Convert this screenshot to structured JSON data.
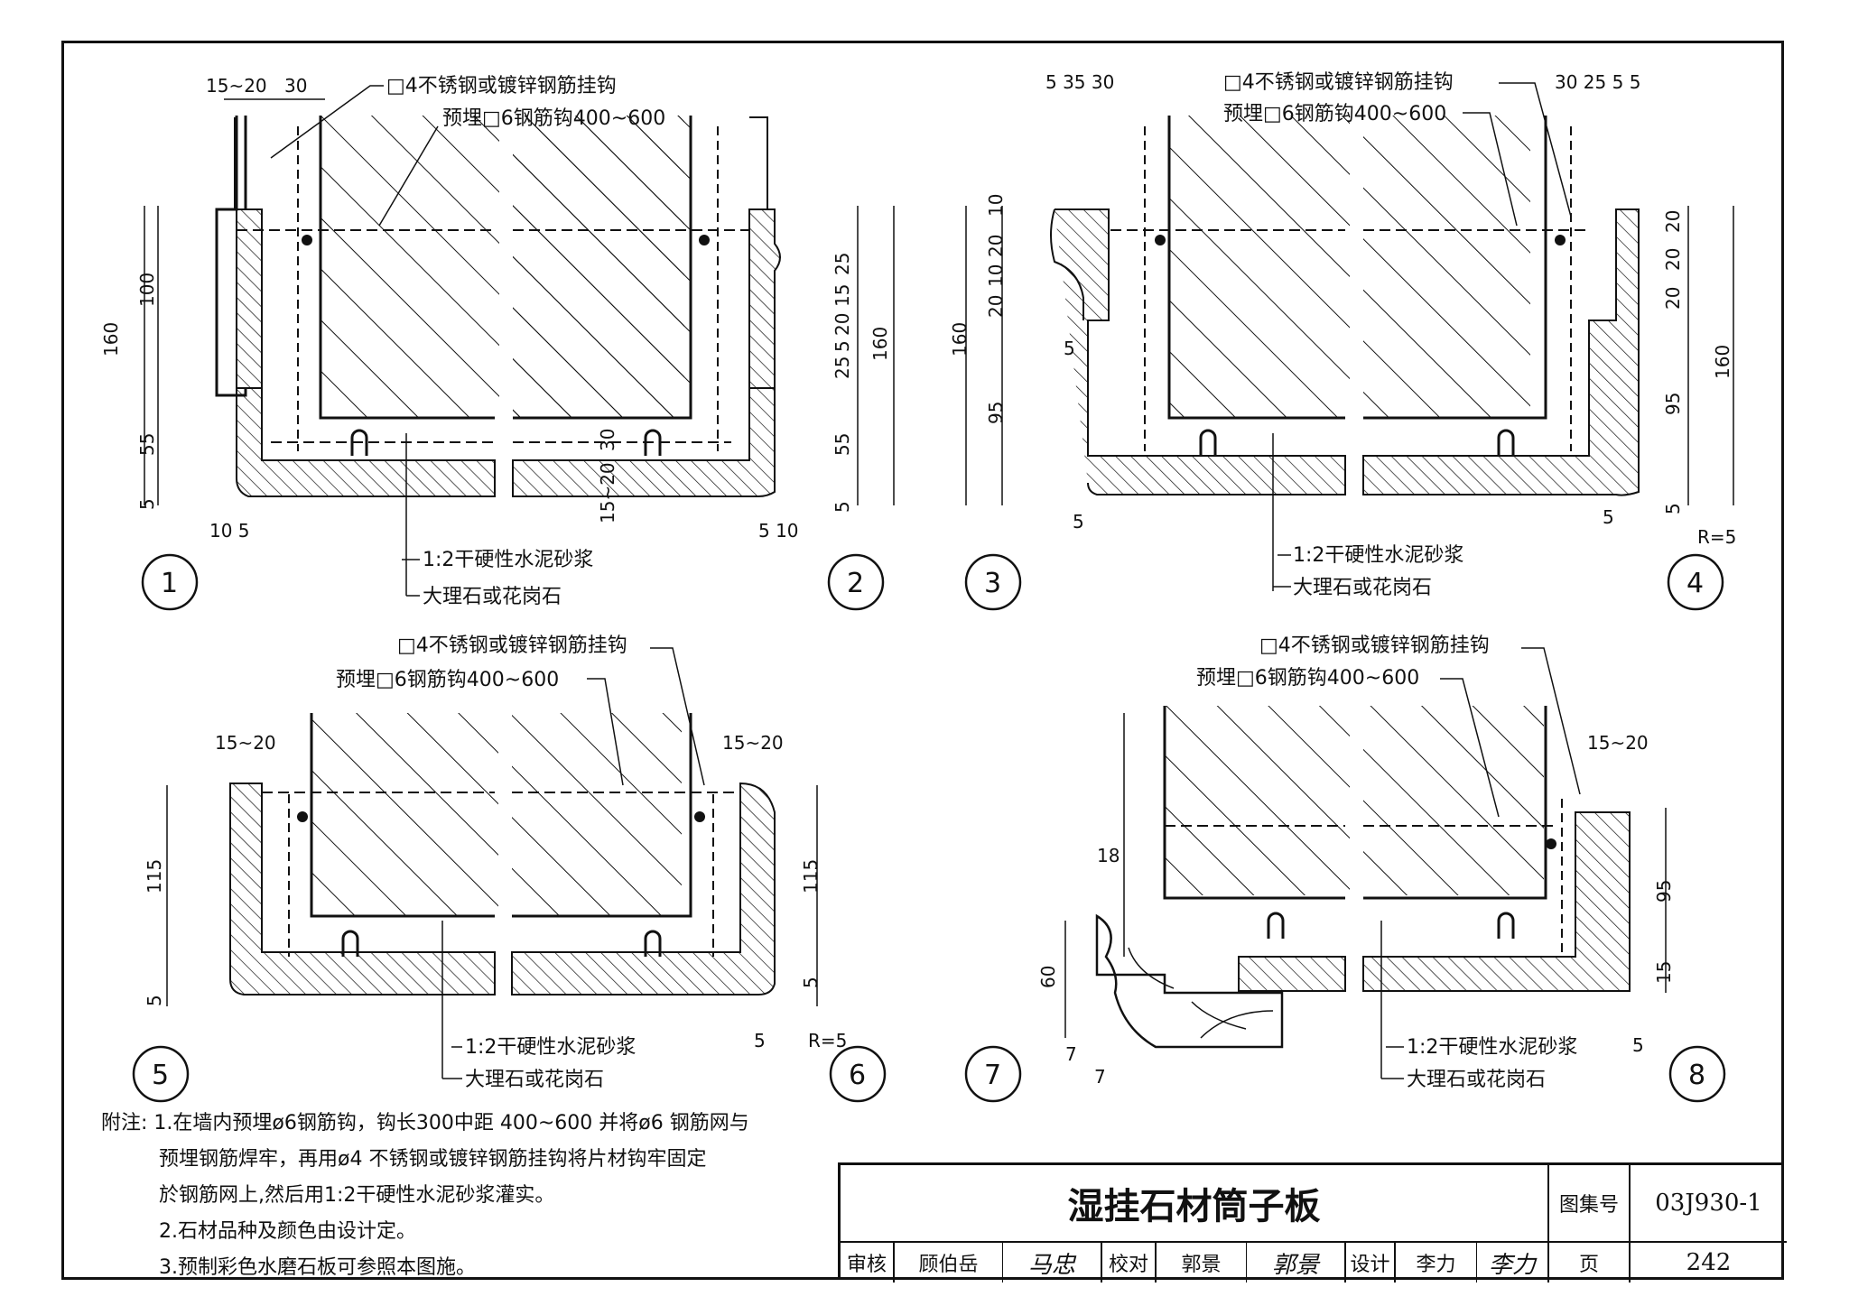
{
  "labels": {
    "hook": "□4不锈钢或镀锌钢筋挂钩",
    "embed": "预埋□6钢筋钩400~600",
    "mortar": "1:2干硬性水泥砂浆",
    "stone": "大理石或花岗石"
  },
  "details": [
    "1",
    "2",
    "3",
    "4",
    "5",
    "6",
    "7",
    "8"
  ],
  "dims": {
    "d1_top_a": "15~20",
    "d1_top_b": "30",
    "d1_left_160": "160",
    "d1_left_100": "100",
    "d1_left_55": "55",
    "d1_left_5": "5",
    "d1_bot": "10 5",
    "d2_25a": "25",
    "d2_15": "15",
    "d2_20": "20",
    "d2_5": "5",
    "d2_25b": "25",
    "d2_160": "160",
    "d2_55": "55",
    "d2_5b": "5",
    "d2_bot": "5 10",
    "mid_30": "30",
    "mid_1520": "15~20",
    "d3_top": "5  35  30",
    "d3_160": "160",
    "d3_95": "95",
    "d3_10": "10",
    "d3_20a": "20",
    "d3_10b": "10",
    "d3_20b": "20",
    "d3_5": "5",
    "d3_5b": "5",
    "d4_top": "30  25  5 5",
    "d4_20a": "20",
    "d4_20b": "20",
    "d4_20c": "20",
    "d4_160": "160",
    "d4_95": "95",
    "d4_5": "5",
    "d4_5b": "5",
    "d4_r": "R=5",
    "d5_top": "15~20",
    "d5_115": "115",
    "d5_5": "5",
    "d6_top": "15~20",
    "d6_115": "115",
    "d6_5": "5",
    "d6_5b": "5",
    "d6_r": "R=5",
    "d7_18": "18",
    "d7_60": "60",
    "d7_7": "7",
    "d7_7b": "7",
    "d8_top": "15~20",
    "d8_95": "95",
    "d8_15": "15",
    "d8_5": "5"
  },
  "notes": {
    "prefix": "附注",
    "n1a": "1.在墙内预埋ø6钢筋钩，钩长300中距 400~600 并将ø6 钢筋网与",
    "n1b": "预埋钢筋焊牢，再用ø4 不锈钢或镀锌钢筋挂钩将片材钩牢固定",
    "n1c": "於钢筋网上,然后用1:2干硬性水泥砂浆灌实。",
    "n2": "2.石材品种及颜色由设计定。",
    "n3": "3.预制彩色水磨石板可参照本图施。"
  },
  "title_block": {
    "title": "湿挂石材筒子板",
    "atlas_label": "图集号",
    "atlas_no": "03J930-1",
    "review_label": "审核",
    "reviewer": "顾伯岳",
    "check_label": "校对",
    "checker": "郭景",
    "design_label": "设计",
    "designer": "李力",
    "page_label": "页",
    "page_no": "242",
    "sig_review": "马忠",
    "sig_check": "郭景",
    "sig_design": "李力"
  }
}
